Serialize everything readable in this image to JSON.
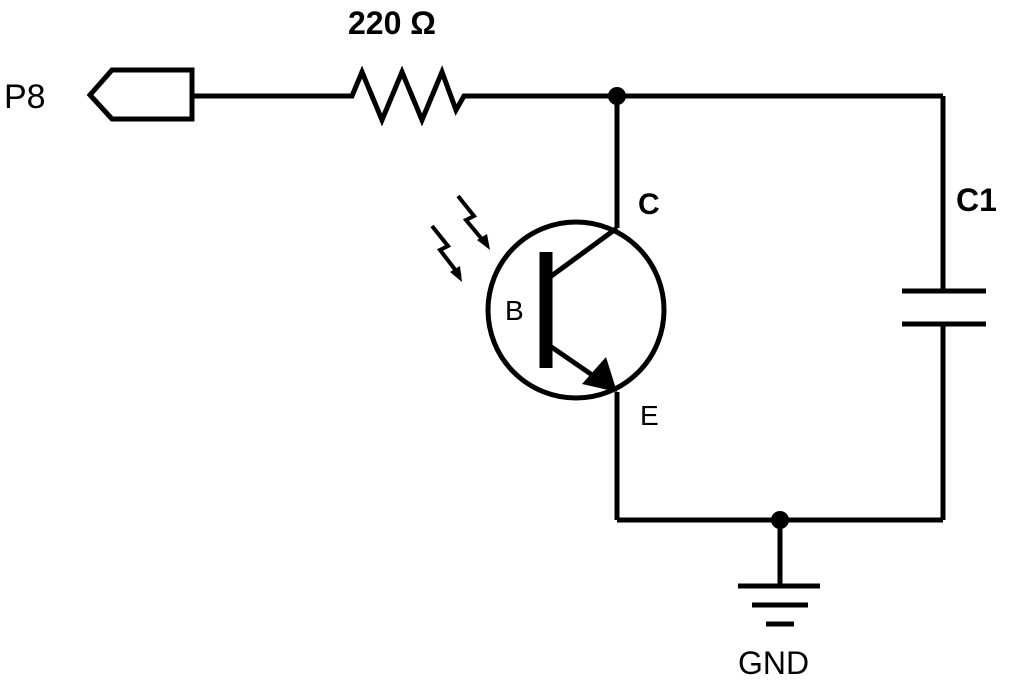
{
  "labels": {
    "port": "P8",
    "resistor_value": "220 Ω",
    "collector": "C",
    "base": "B",
    "emitter": "E",
    "capacitor": "C1",
    "ground": "GND"
  },
  "colors": {
    "ink": "#000000",
    "background": "#ffffff"
  }
}
